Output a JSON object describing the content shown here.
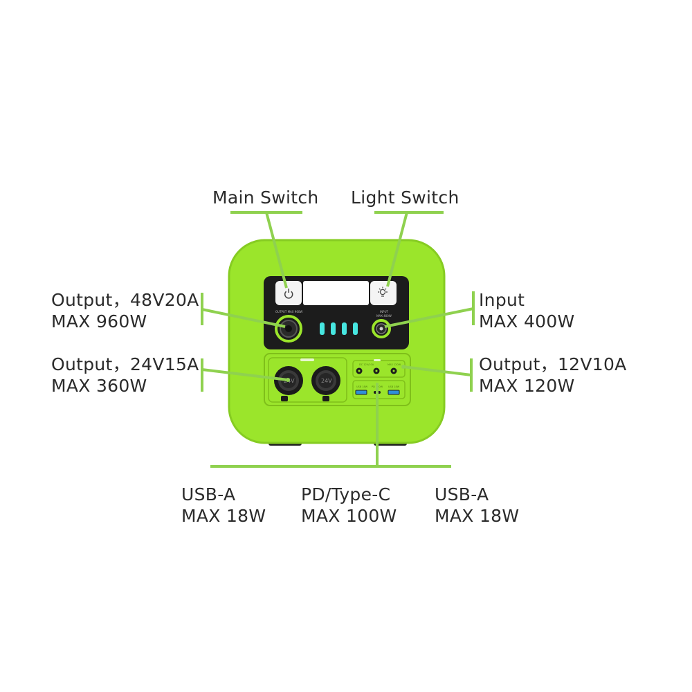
{
  "colors": {
    "accent": "#8fd14f",
    "device_body": "#9be52b",
    "panel_black": "#1c1c1c",
    "indicator_cyan": "#47e6e0",
    "text": "#2b2b2b"
  },
  "callouts": {
    "main_switch": "Main Switch",
    "light_switch": "Light Switch",
    "output_48v": {
      "line1": "Output，48V20A",
      "line2": "MAX 960W"
    },
    "output_24v": {
      "line1": "Output，24V15A",
      "line2": "MAX 360W"
    },
    "input": {
      "line1": "Input",
      "line2": "MAX 400W"
    },
    "output_12v": {
      "line1": "Output，12V10A",
      "line2": "MAX 120W"
    },
    "usb_a_left": {
      "line1": "USB-A",
      "line2": "MAX 18W"
    },
    "pd_type_c": {
      "line1": "PD/Type-C",
      "line2": "MAX 100W"
    },
    "usb_a_right": {
      "line1": "USB-A",
      "line2": "MAX 18W"
    }
  },
  "device": {
    "socket_label": "24V",
    "output_panel_label": "OUTPUT  MAX 960W",
    "input_panel_label_1": "INPUT",
    "input_panel_label_2": "MAX 400W",
    "dc_label_1": "DC 12V/10A",
    "dc_label_2": "MAX 120W",
    "usb_label_1": "USB 18W",
    "usb_label_2": "PD 100W",
    "usb_label_3": "USB 18W",
    "battery_level_bars": 4,
    "icons": [
      "power-icon",
      "light-bulb-icon"
    ]
  }
}
